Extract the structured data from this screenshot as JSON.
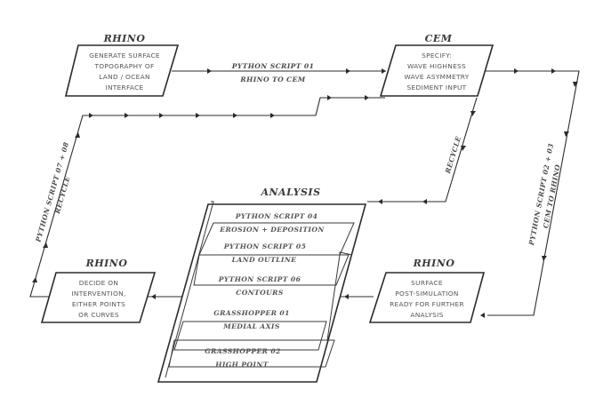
{
  "nodes": {
    "rhino_generate": {
      "title": "RHINO",
      "lines": [
        "GENERATE SURFACE",
        "TOPOGRAPHY OF",
        "LAND / OCEAN",
        "INTERFACE"
      ]
    },
    "cem": {
      "title": "CEM",
      "lines": [
        "SPECIFY:",
        "WAVE HIGHNESS",
        "WAVE ASYMMETRY",
        "SEDIMENT INPUT"
      ]
    },
    "rhino_decide": {
      "title": "RHINO",
      "lines": [
        "DECIDE ON",
        "INTERVENTION,",
        "EITHER POINTS",
        "OR CURVES"
      ]
    },
    "rhino_surface": {
      "title": "RHINO",
      "lines": [
        "SURFACE",
        "POST-SIMULATION",
        "READY FOR FURTHER",
        "ANALYSIS"
      ]
    },
    "analysis": {
      "title": "ANALYSIS",
      "items": [
        {
          "script": "PYTHON SCRIPT 04",
          "task": "EROSION + DEPOSITION"
        },
        {
          "script": "PYTHON SCRIPT 05",
          "task": "LAND OUTLINE"
        },
        {
          "script": "PYTHON SCRIPT 06",
          "task": "CONTOURS"
        },
        {
          "script": "GRASSHOPPER 01",
          "task": "MEDIAL AXIS"
        },
        {
          "script": "GRASSHOPPER 02",
          "task": "HIGH POINT"
        }
      ]
    }
  },
  "edges": {
    "rhino_to_cem": {
      "line1": "PYTHON SCRIPT 01",
      "line2": "RHINO TO CEM"
    },
    "cem_to_rhino": {
      "line1": "PYTHON SCRIPT 02 + 03",
      "line2": "CEM TO RHINO"
    },
    "recycle": {
      "line1": "RECYCLE"
    },
    "feedback": {
      "line1": "PYTHON SCRIPT 07 + 08",
      "line2": "RECYCLE"
    }
  }
}
